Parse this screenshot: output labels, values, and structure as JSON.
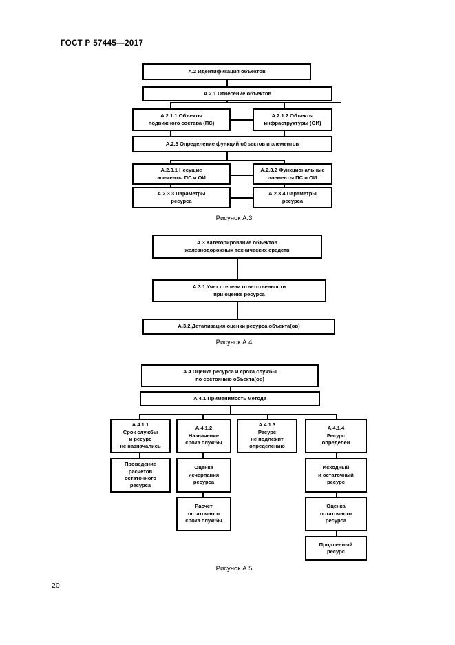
{
  "document": {
    "standard_header": "ГОСТ Р 57445—2017",
    "page_number": "20"
  },
  "figures": [
    {
      "caption": "Рисунок А.3",
      "nodes": [
        {
          "id": "a2",
          "text": "А.2 Идентификация объектов"
        },
        {
          "id": "a21",
          "text": "А.2.1 Отнесение объектов"
        },
        {
          "id": "a211",
          "lines": [
            "А.2.1.1 Объекты",
            "подвижного состава (ПС)"
          ]
        },
        {
          "id": "a212",
          "lines": [
            "А.2.1.2 Объекты",
            "инфраструктуры (ОИ)"
          ]
        },
        {
          "id": "a23",
          "text": "А.2.3 Определение функций объектов и элементов"
        },
        {
          "id": "a231",
          "lines": [
            "А.2.3.1 Несущие",
            "элементы ПС и ОИ"
          ]
        },
        {
          "id": "a232",
          "lines": [
            "А.2.3.2 Функциональные",
            "элементы ПС и ОИ"
          ]
        },
        {
          "id": "a233",
          "lines": [
            "А.2.3.3 Параметры",
            "ресурса"
          ]
        },
        {
          "id": "a234",
          "lines": [
            "А.2.3.4 Параметры",
            "ресурса"
          ]
        }
      ]
    },
    {
      "caption": "Рисунок А.4",
      "nodes": [
        {
          "id": "a3",
          "lines": [
            "А.3 Категорирование объектов",
            "железнодорожных технических средств"
          ]
        },
        {
          "id": "a31",
          "lines": [
            "А.3.1 Учет степени ответственности",
            "при оценке ресурса"
          ]
        },
        {
          "id": "a32",
          "text": "А.3.2 Детализация оценки ресурса объекта(ов)"
        }
      ]
    },
    {
      "caption": "Рисунок А.5",
      "nodes": [
        {
          "id": "a4",
          "lines": [
            "А.4 Оценка ресурса и срока службы",
            "по состоянию объекта(ов)"
          ]
        },
        {
          "id": "a41",
          "text": "А.4.1 Применимость метода"
        },
        {
          "id": "a411",
          "lines": [
            "А.4.1.1",
            "Срок службы",
            "и ресурс",
            "не назначались"
          ]
        },
        {
          "id": "a412",
          "lines": [
            "А.4.1.2",
            "Назначение",
            "срока службы"
          ]
        },
        {
          "id": "a413",
          "lines": [
            "А.4.1.3",
            "Ресурс",
            "не подлежит",
            "определению"
          ]
        },
        {
          "id": "a414",
          "lines": [
            "А.4.1.4",
            "Ресурс",
            "определен"
          ]
        },
        {
          "id": "a411a",
          "lines": [
            "Проведение",
            "расчетов",
            "остаточного",
            "ресурса"
          ]
        },
        {
          "id": "a412a",
          "lines": [
            "Оценка",
            "исчерпания",
            "ресурса"
          ]
        },
        {
          "id": "a412b",
          "lines": [
            "Расчет",
            "остаточного",
            "срока службы"
          ]
        },
        {
          "id": "a414a",
          "lines": [
            "Исходный",
            "и остаточный",
            "ресурс"
          ]
        },
        {
          "id": "a414b",
          "lines": [
            "Оценка",
            "остаточного",
            "ресурса"
          ]
        },
        {
          "id": "a414c",
          "lines": [
            "Продленный",
            "ресурс"
          ]
        }
      ]
    }
  ]
}
